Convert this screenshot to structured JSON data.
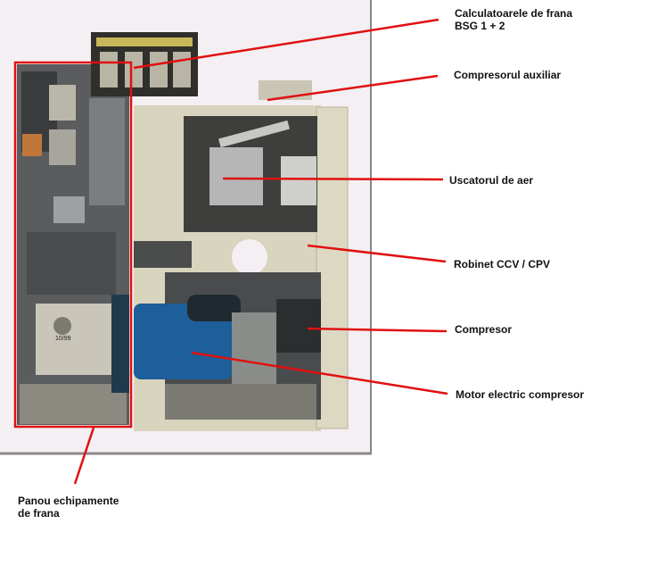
{
  "colors": {
    "leader_line": "#e01010",
    "panel_bg": "#f3eff3",
    "cabinet": "#d9d4bd",
    "motor": "#1d5f9a"
  },
  "labels": {
    "brake_computers_line1": "Calculatoarele de frana",
    "brake_computers_line2": "BSG 1 + 2",
    "aux_compressor": "Compresorul auxiliar",
    "air_dryer": "Uscatorul de aer",
    "valve": "Robinet CCV / CPV",
    "compressor": "Compresor",
    "motor": "Motor electric compresor",
    "brake_panel_line1": "Panou echipamente",
    "brake_panel_line2": "de frana"
  },
  "photo_text": {
    "plate": "10/99"
  }
}
